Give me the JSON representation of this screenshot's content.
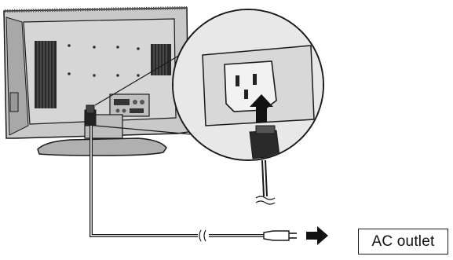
{
  "labels": {
    "ac_outlet": "AC outlet"
  },
  "colors": {
    "line": "#1a1a1a",
    "tv_body_fill": "#bdbdbd",
    "tv_back_fill": "#d2d2d2",
    "vent_fill": "#222222",
    "connector_fill": "#2a2a2a",
    "background": "#ffffff"
  },
  "diagram": {
    "description_elements": [
      "tv-rear-panel",
      "ac-inlet-zoom",
      "power-cord",
      "power-plug",
      "arrow-to-outlet",
      "ac-outlet-label"
    ]
  }
}
